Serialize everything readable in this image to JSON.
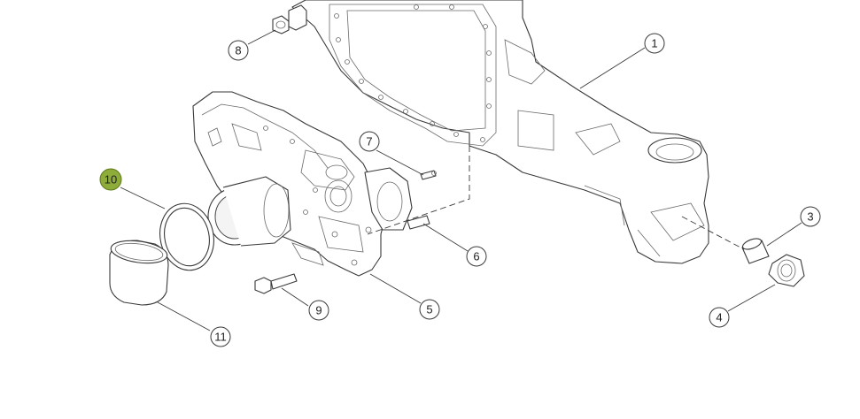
{
  "callouts": [
    {
      "id": "1",
      "label": "1",
      "highlighted": false
    },
    {
      "id": "3",
      "label": "3",
      "highlighted": false
    },
    {
      "id": "4",
      "label": "4",
      "highlighted": false
    },
    {
      "id": "5",
      "label": "5",
      "highlighted": false
    },
    {
      "id": "6",
      "label": "6",
      "highlighted": false
    },
    {
      "id": "7",
      "label": "7",
      "highlighted": false
    },
    {
      "id": "8",
      "label": "8",
      "highlighted": false
    },
    {
      "id": "9",
      "label": "9",
      "highlighted": false
    },
    {
      "id": "10",
      "label": "10",
      "highlighted": true
    },
    {
      "id": "11",
      "label": "11",
      "highlighted": false
    }
  ],
  "colors": {
    "highlight": "#8dac3a",
    "line": "#3a3a3a",
    "background": "#ffffff"
  }
}
